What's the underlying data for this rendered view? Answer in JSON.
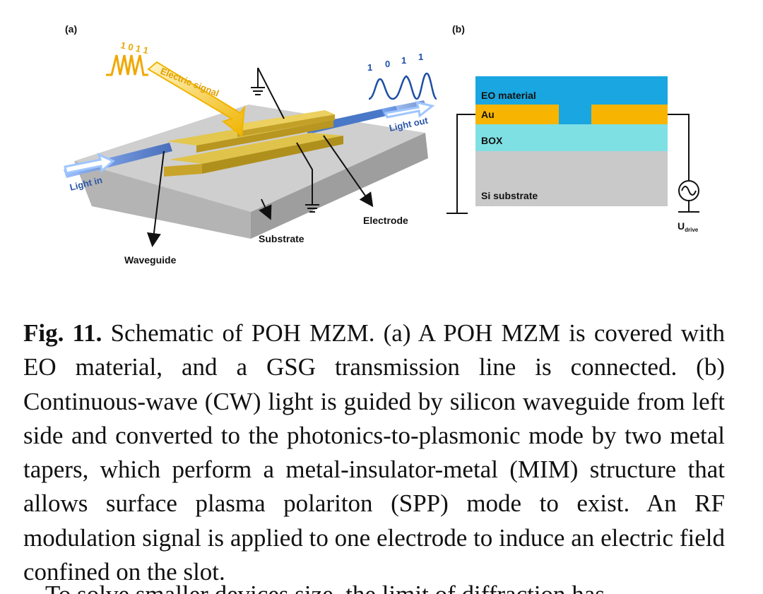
{
  "panel_a": {
    "label": "(a)",
    "bits_input": "1 0 1 1",
    "electric_signal": "Electric signal",
    "bits_output": [
      "1",
      "0",
      "1",
      "1"
    ],
    "light_in": "Light in",
    "light_out": "Light out",
    "electrode": "Electrode",
    "substrate": "Substrate",
    "waveguide": "Waveguide"
  },
  "panel_b": {
    "label": "(b)",
    "layers": [
      "EO material",
      "Au",
      "BOX",
      "Si substrate"
    ],
    "voltage": "U",
    "voltage_sub": "drive"
  },
  "caption": {
    "lead": "Fig. 11.",
    "text": " Schematic of POH MZM. (a) A POH MZM is covered with EO material, and a GSG transmission line is connected. (b) Continuous-wave (CW) light is guided by silicon waveguide from left side and converted to the photonics-to-plasmonic mode by two metal tapers, which perform a metal-insulator-metal (MIM) structure that allows surface plasma polariton (SPP) mode to exist. An RF modulation signal is applied to one electrode to induce an electric field confined on the slot.",
    "next_line": "To solve smaller devices size, the limit of diffraction has"
  },
  "colors": {
    "eo_material": "#1aa6e0",
    "gold": "#f7b400",
    "box": "#7fe0e4",
    "si_substrate": "#c9c9c9",
    "waveguide": "#4a78c8",
    "signal_gold": "#f0b400"
  }
}
